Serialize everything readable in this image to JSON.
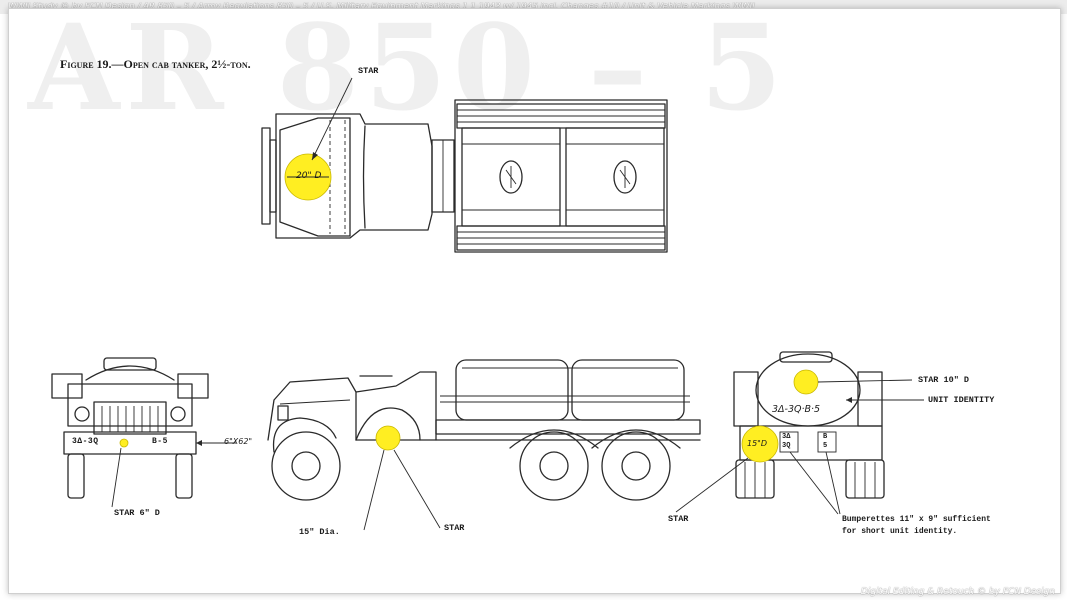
{
  "header": {
    "watermark": "AR 850 – 5",
    "top_caption": "WWII Study © by FCN Design / AR 850 – 5 / Army Regulations 850 – 5 / U.S. Military Equipment Markings 1 1 1943 w/ 1945 incl. Changes #10 / Unit & Vehicle Markings WWII",
    "credit": "Digital Editing & Retouch © by FCN Design"
  },
  "figure": {
    "title": "Figure 19.—Open cab tanker, 2½-ton."
  },
  "labels": {
    "top_star": "STAR",
    "hood_star_dim": "20\" D",
    "front_star": "STAR 6\" D",
    "front_bumper_code": "3Δ-3Q",
    "front_bumper_num": "B-5",
    "bumper_size": "6\"X62\"",
    "side_dia": "15\" Dia.",
    "side_star": "STAR",
    "rear_star_label": "STAR",
    "rear_tank_star": "STAR 10\" D",
    "unit_identity": "UNIT IDENTITY",
    "tank_code": "3Δ-3Q·B·5",
    "rear_star_dim": "15\"D",
    "bumperette_a": "3Δ",
    "bumperette_b": "3Q",
    "bumperette_c": "B",
    "bumperette_d": "5",
    "bumperettes_line1": "Bumperettes 11\" x 9\" sufficient",
    "bumperettes_line2": "for short unit identity."
  },
  "colors": {
    "star_marking": "#ffee22",
    "ink": "#2a2a2a"
  }
}
